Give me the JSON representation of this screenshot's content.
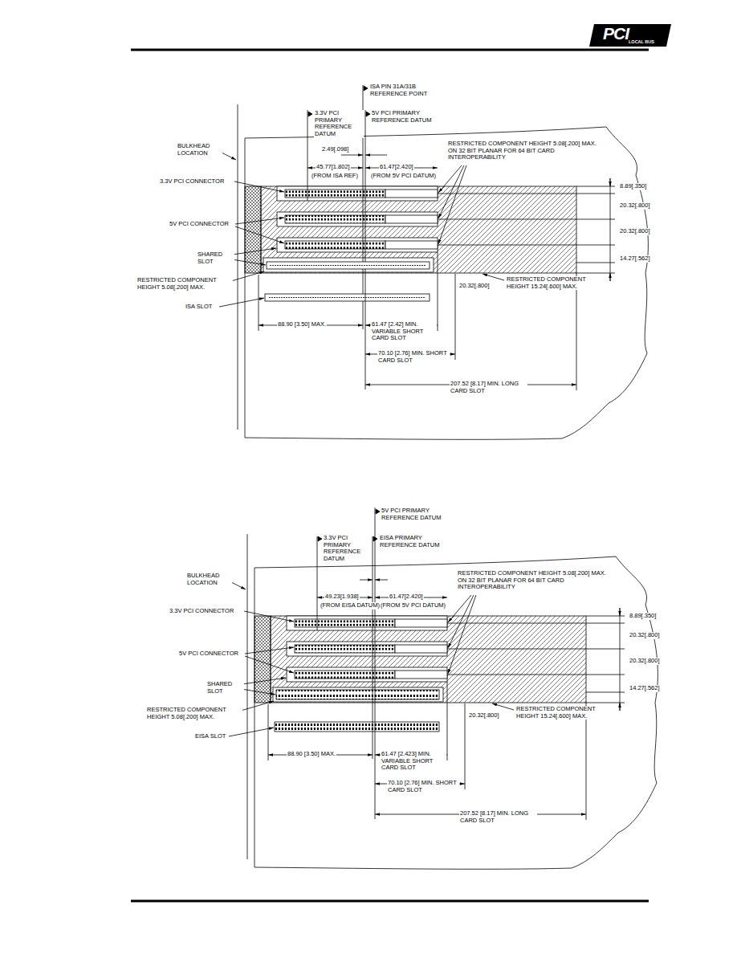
{
  "diagram": {
    "labels": [
      "PCI",
      "LOCAL BUS",
      "ISA PIN 31A/31B REFERENCE POINT",
      "3.3V PCI PRIMARY REFERENCE DATUM",
      "5V PCI PRIMARY REFERENCE DATUM",
      "BULKHEAD LOCATION",
      "2.49[.098]",
      "45.77[1.802]",
      "(FROM ISA REF)",
      "61.47[2.420]",
      "(FROM 5V PCI DATUM)",
      "RESTRICTED COMPONENT HEIGHT 5.08[.200] MAX. ON 32 BIT PLANAR FOR 64 BIT CARD INTEROPERABILITY",
      "3.3V PCI CONNECTOR",
      "5V PCI CONNECTOR",
      "SHARED SLOT",
      "RESTRICTED COMPONENT HEIGHT 5.08[.200] MAX.",
      "ISA SLOT",
      "8.89[.350]",
      "20.32[.800]",
      "20.32[.800]",
      "14.27[.562]",
      "20.32[.800]",
      "RESTRICTED COMPONENT HEIGHT 15.24[.600] MAX.",
      "88.90 [3.50] MAX.",
      "61.47 [2.42] MIN. VARIABLE SHORT CARD SLOT",
      "70.10 [2.76] MIN. SHORT CARD SLOT",
      "207.52 [8.17] MIN. LONG CARD SLOT",
      "5V PCI PRIMARY REFERENCE DATUM",
      "3.3V PCI PRIMARY REFERENCE DATUM",
      "EISA PRIMARY REFERENCE DATUM",
      "BULKHEAD LOCATION",
      "49.23[1.938]",
      "(FROM EISA DATUM)",
      "61.47[2.420]",
      "(FROM 5V PCI DATUM)",
      "RESTRICTED COMPONENT HEIGHT 5.08[.200] MAX. ON 32 BIT PLANAR FOR 64 BIT CARD INTEROPERABILITY",
      "3.3V PCI CONNECTOR",
      "5V PCI CONNECTOR",
      "SHARED SLOT",
      "RESTRICTED COMPONENT HEIGHT 5.08[.200] MAX.",
      "EISA SLOT",
      "8.89[.350]",
      "20.32[.800]",
      "20.32[.800]",
      "14.27[.562]",
      "20.32[.800]",
      "RESTRICTED COMPONENT HEIGHT 15.24[.600] MAX.",
      "88.90 [3.50] MAX.",
      "61.47 [2.423] MIN. VARIABLE SHORT CARD SLOT",
      "70.10 [2.76] MIN. SHORT CARD SLOT",
      "207.52 [8.17] MIN. LONG CARD SLOT"
    ]
  }
}
